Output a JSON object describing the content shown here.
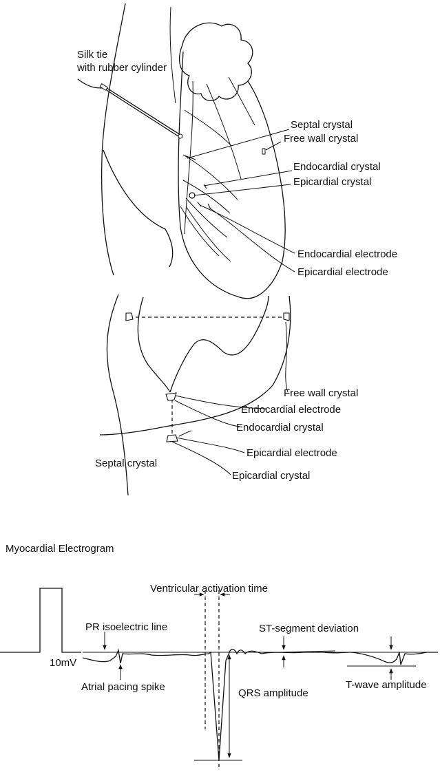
{
  "top_view": {
    "labels": {
      "silk_tie_1": "Silk tie",
      "silk_tie_2": "with rubber cylinder",
      "septal_crystal": "Septal crystal",
      "free_wall_crystal": "Free wall crystal",
      "endocardial_crystal": "Endocardial crystal",
      "epicardial_crystal": "Epicardial crystal",
      "endocardial_electrode": "Endocardial electrode",
      "epicardial_electrode": "Epicardial electrode"
    }
  },
  "cross_section": {
    "labels": {
      "free_wall_crystal": "Free wall crystal",
      "endocardial_electrode": "Endocardial electrode",
      "endocardial_crystal": "Endocardial crystal",
      "epicardial_electrode": "Epicardial electrode",
      "septal_crystal": "Septal crystal",
      "epicardial_crystal": "Epicardial crystal"
    }
  },
  "electrogram": {
    "title": "Myocardial Electrogram",
    "labels": {
      "calibration": "10mV",
      "ventricular_activation_time": "Ventricular activation time",
      "pr_isoelectric_line": "PR isoelectric line",
      "st_segment_deviation": "ST-segment deviation",
      "atrial_pacing_spike": "Atrial pacing spike",
      "qrs_amplitude": "QRS amplitude",
      "t_wave_amplitude": "T-wave amplitude"
    }
  }
}
